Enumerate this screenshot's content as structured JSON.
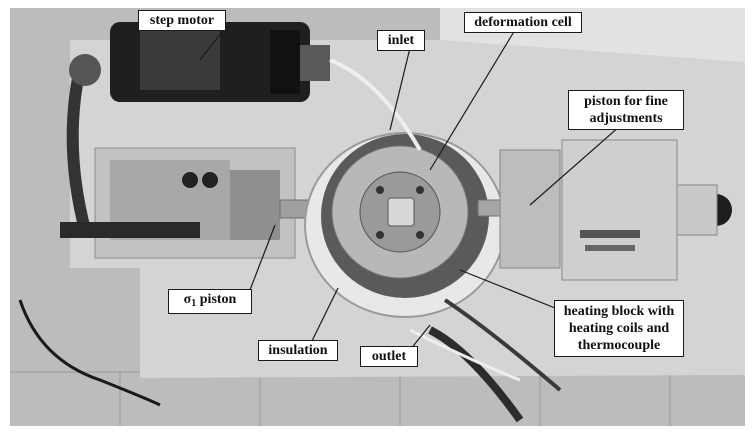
{
  "labels": {
    "step_motor": "step motor",
    "inlet": "inlet",
    "deformation_cell": "deformation cell",
    "piston_fine_line1": "piston for fine",
    "piston_fine_line2": "adjustments",
    "sigma_symbol": "σ",
    "sigma_subscript": "1",
    "sigma_text": " piston",
    "insulation": "insulation",
    "outlet": "outlet",
    "heating_line1": "heating block with",
    "heating_line2": "heating coils and",
    "heating_line3": "thermocouple"
  },
  "colors": {
    "frame_white": "#ffffff",
    "background_gray": "#bdbdbd",
    "plate": "#d6d6d6",
    "dark_metal": "#2b2b2b",
    "label_border": "#1a1a1a"
  }
}
